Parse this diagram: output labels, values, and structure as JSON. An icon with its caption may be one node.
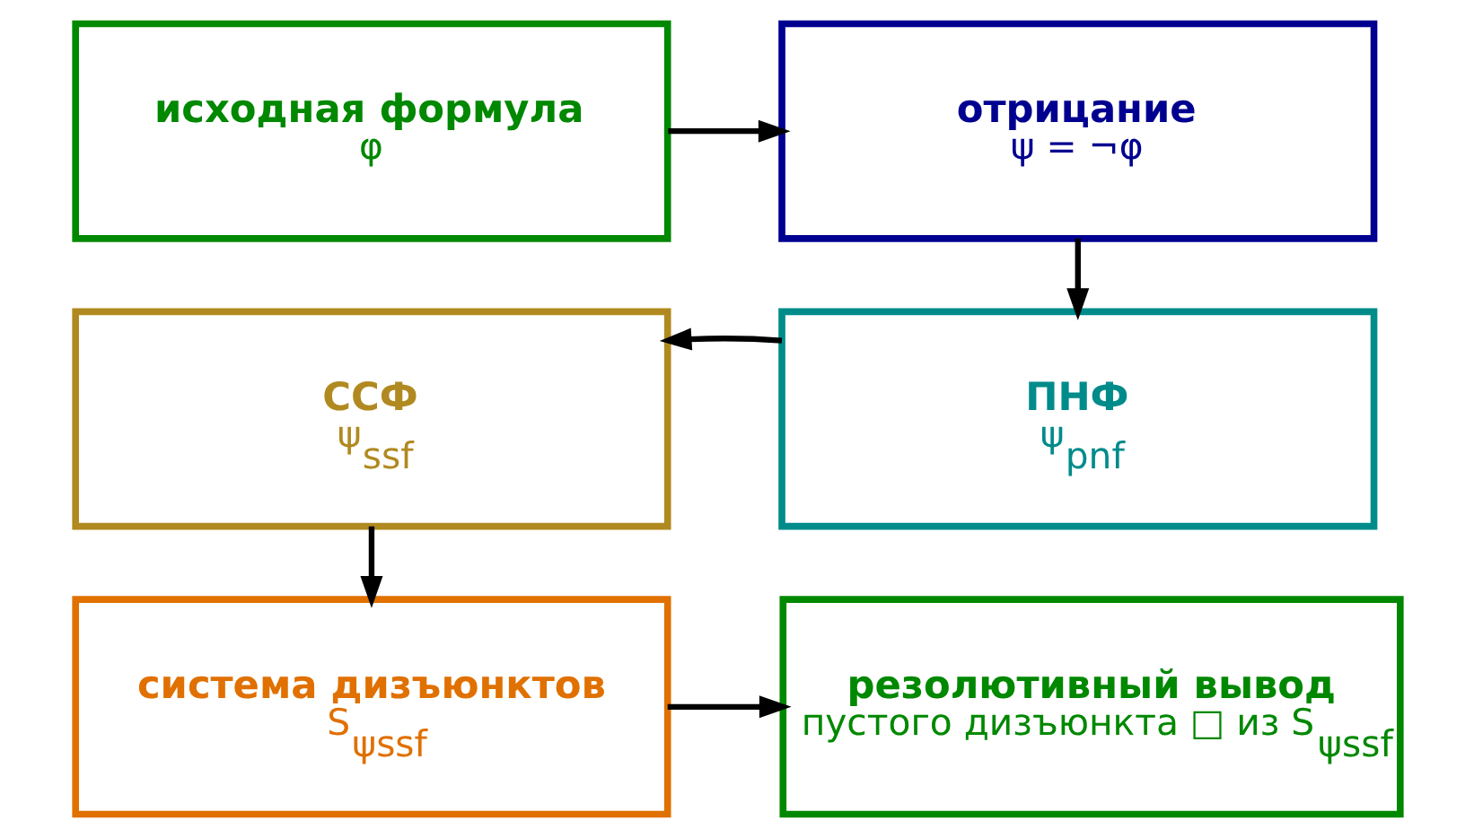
{
  "diagram": {
    "nodes": [
      {
        "text": [
          "исходная формула",
          "φ"
        ]
      },
      {
        "text": [
          "отрицание",
          "ψ = ¬φ"
        ]
      },
      {
        "text": [
          "ПНФ",
          "ψ$_{pnf}$"
        ]
      },
      {
        "text": [
          "ССФ",
          "ψ$_{ssf}$"
        ]
      },
      {
        "text": [
          "система дизъюнктов",
          "S$_{ψssf}$"
        ]
      },
      {
        "text": [
          "резолютивный вывод",
          "пустого дизъюнкта □ из S$_{ψssf}$"
        ]
      }
    ],
    "edges": [
      {
        "from": 0,
        "to": 1,
        "arrow": "to"
      },
      {
        "from": 1,
        "to": 2,
        "arrow": "to"
      },
      {
        "from": 2,
        "to": 3,
        "arrow": "to"
      },
      {
        "from": 3,
        "to": 4,
        "arrow": "to"
      },
      {
        "from": 4,
        "to": 5,
        "arrow": "to"
      }
    ]
  }
}
